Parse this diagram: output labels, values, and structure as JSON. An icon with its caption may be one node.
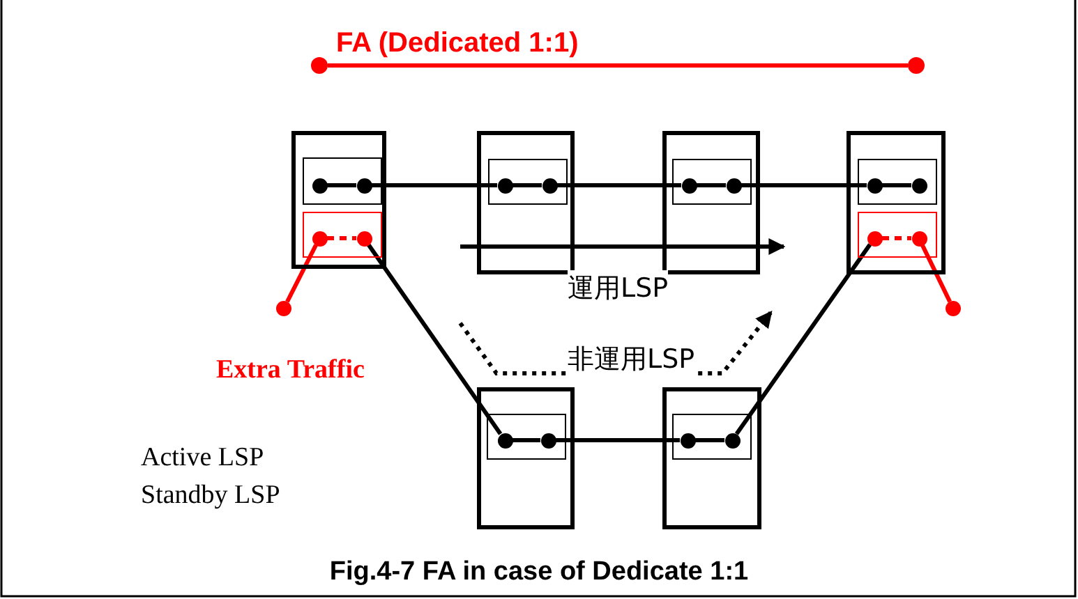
{
  "diagram": {
    "caption": "Fig.4-7 FA in case of Dedicate 1:1",
    "nodes": [
      {
        "text": [],
        "shape": "circle"
      },
      {
        "text": [],
        "shape": "circle"
      },
      {
        "text": [],
        "shape": "box"
      },
      {
        "text": [],
        "shape": "box",
        "in": 2
      },
      {
        "text": [],
        "shape": "box",
        "in": 2
      },
      {
        "text": [],
        "shape": "box"
      },
      {
        "text": [],
        "shape": "box",
        "in": 5
      },
      {
        "text": [],
        "shape": "box"
      },
      {
        "text": [],
        "shape": "box",
        "in": 7
      },
      {
        "text": [],
        "shape": "box"
      },
      {
        "text": [],
        "shape": "box",
        "in": 9
      },
      {
        "text": [],
        "shape": "box",
        "in": 9
      },
      {
        "text": [],
        "shape": "circle",
        "in": 3
      },
      {
        "text": [],
        "shape": "circle",
        "in": 3
      },
      {
        "text": [],
        "shape": "circle",
        "in": 4
      },
      {
        "text": [],
        "shape": "circle",
        "in": 4
      },
      {
        "text": [],
        "shape": "circle",
        "in": 6
      },
      {
        "text": [],
        "shape": "circle",
        "in": 6
      },
      {
        "text": [],
        "shape": "circle",
        "in": 8
      },
      {
        "text": [],
        "shape": "circle",
        "in": 8
      },
      {
        "text": [],
        "shape": "circle",
        "in": 10
      },
      {
        "text": [],
        "shape": "circle",
        "in": 10
      },
      {
        "text": [],
        "shape": "circle",
        "in": 11
      },
      {
        "text": [],
        "shape": "circle",
        "in": 11
      },
      {
        "text": [],
        "shape": "circle"
      },
      {
        "text": [],
        "shape": "circle"
      },
      {
        "text": [],
        "shape": "box"
      },
      {
        "text": [],
        "shape": "box",
        "in": 26
      },
      {
        "text": [],
        "shape": "circle",
        "in": 27
      },
      {
        "text": [],
        "shape": "circle",
        "in": 27
      },
      {
        "text": [],
        "shape": "box"
      },
      {
        "text": [],
        "shape": "box",
        "in": 30
      },
      {
        "text": [],
        "shape": "circle",
        "in": 31
      },
      {
        "text": [],
        "shape": "circle",
        "in": 31
      }
    ],
    "edges": [
      {
        "from": 0,
        "to": 1,
        "arrow": "none",
        "color": "#ff0000",
        "label": "FA (Dedicated 1:1)"
      },
      {
        "from": 12,
        "to": 13,
        "arrow": "none"
      },
      {
        "from": 13,
        "to": 16,
        "arrow": "none"
      },
      {
        "from": 16,
        "to": 17,
        "arrow": "none"
      },
      {
        "from": 17,
        "to": 18,
        "arrow": "none"
      },
      {
        "from": 18,
        "to": 19,
        "arrow": "none"
      },
      {
        "from": 19,
        "to": 20,
        "arrow": "none"
      },
      {
        "from": 20,
        "to": 21,
        "arrow": "none"
      },
      {
        "from": 14,
        "to": 15,
        "arrow": "none",
        "style": "dashed",
        "color": "#ff0000"
      },
      {
        "from": 22,
        "to": 23,
        "arrow": "none",
        "style": "dashed",
        "color": "#ff0000"
      },
      {
        "from": 14,
        "to": 24,
        "arrow": "none",
        "color": "#ff0000"
      },
      {
        "from": 23,
        "to": 25,
        "arrow": "none",
        "color": "#ff0000"
      },
      {
        "from": 15,
        "to": 28,
        "arrow": "none"
      },
      {
        "from": 28,
        "to": 29,
        "arrow": "none"
      },
      {
        "from": 29,
        "to": 32,
        "arrow": "none"
      },
      {
        "from": 32,
        "to": 33,
        "arrow": "none"
      },
      {
        "from": 33,
        "to": 22,
        "arrow": "none"
      }
    ],
    "labels": [
      "運用LSP",
      "非運用LSP",
      "Extra Traffic",
      "Active LSP",
      "Standby LSP"
    ]
  }
}
